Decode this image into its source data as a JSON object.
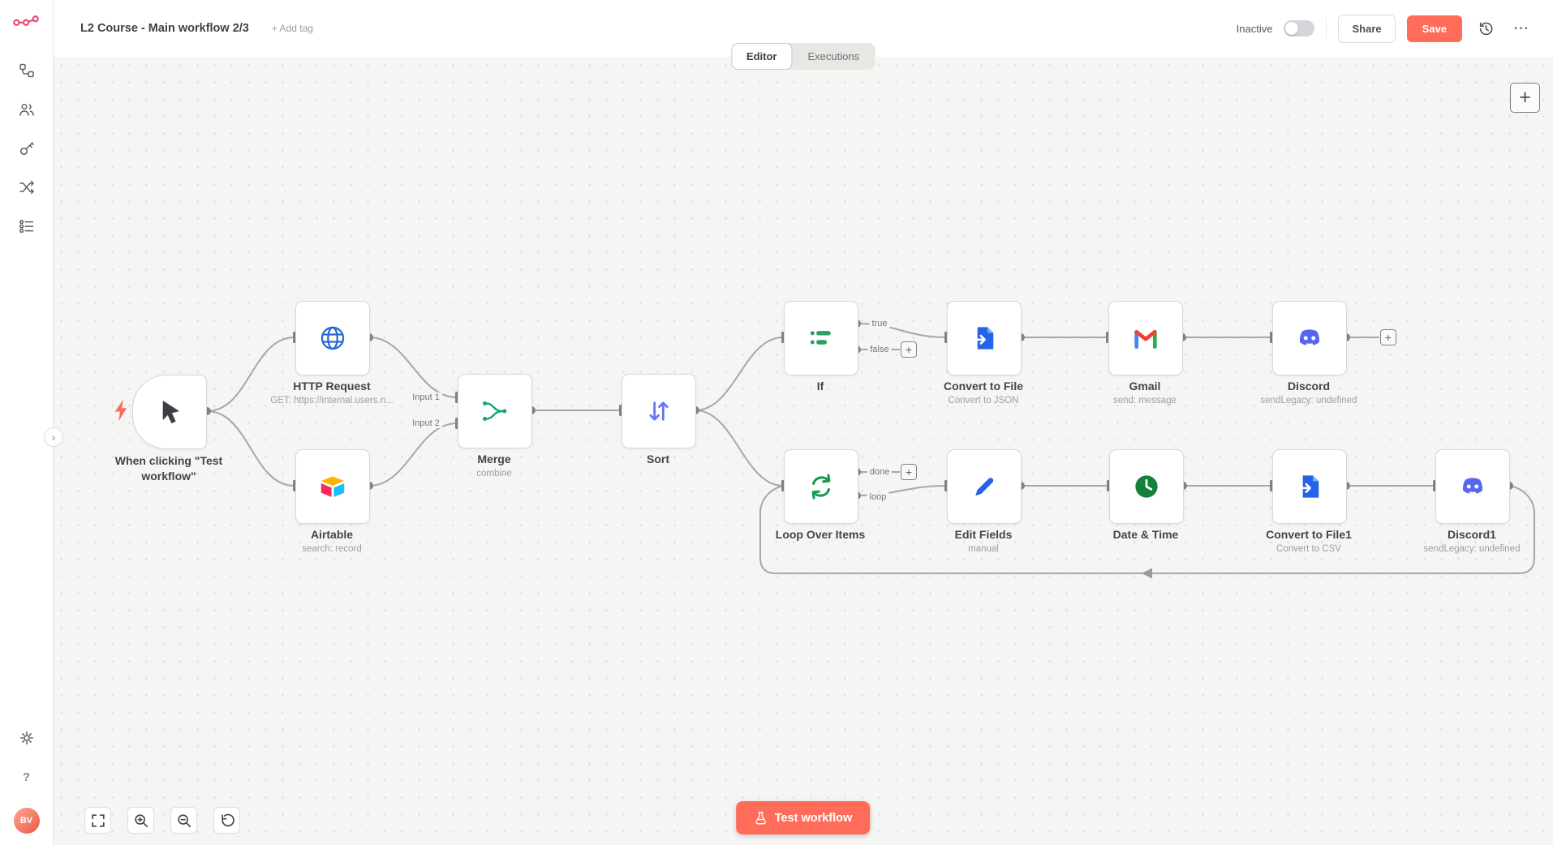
{
  "header": {
    "title": "L2 Course - Main workflow 2/3",
    "add_tag": "+ Add tag",
    "status": "Inactive",
    "share_label": "Share",
    "save_label": "Save"
  },
  "tabs": {
    "editor": "Editor",
    "executions": "Executions"
  },
  "sidebar": {
    "avatar_initials": "BV",
    "help": "?"
  },
  "glyphs": {
    "plus": "+",
    "dots": "⋯",
    "chevron": "›"
  },
  "canvas": {
    "test_button_label": "Test workflow",
    "labels": {
      "input1": "Input 1",
      "input2": "Input 2",
      "true": "true",
      "false": "false",
      "done": "done",
      "loop": "loop"
    },
    "nodes": [
      {
        "label": "When clicking \"Test workflow\"",
        "subtitle": "",
        "icon": "cursor-icon"
      },
      {
        "label": "HTTP Request",
        "subtitle": "GET: https://internal.users.n...",
        "icon": "globe-icon"
      },
      {
        "label": "Airtable",
        "subtitle": "search: record",
        "icon": "airtable-icon"
      },
      {
        "label": "Merge",
        "subtitle": "combine",
        "icon": "merge-icon"
      },
      {
        "label": "Sort",
        "subtitle": "",
        "icon": "sort-icon"
      },
      {
        "label": "If",
        "subtitle": "",
        "icon": "signpost-icon"
      },
      {
        "label": "Convert to File",
        "subtitle": "Convert to JSON",
        "icon": "file-export-icon"
      },
      {
        "label": "Gmail",
        "subtitle": "send: message",
        "icon": "gmail-icon"
      },
      {
        "label": "Discord",
        "subtitle": "sendLegacy: undefined",
        "icon": "discord-icon"
      },
      {
        "label": "Loop Over Items",
        "subtitle": "",
        "icon": "loop-icon"
      },
      {
        "label": "Edit Fields",
        "subtitle": "manual",
        "icon": "pencil-icon"
      },
      {
        "label": "Date & Time",
        "subtitle": "",
        "icon": "clock-icon"
      },
      {
        "label": "Convert to File1",
        "subtitle": "Convert to CSV",
        "icon": "file-export-icon"
      },
      {
        "label": "Discord1",
        "subtitle": "sendLegacy: undefined",
        "icon": "discord-icon"
      }
    ]
  },
  "colors": {
    "accent": "#ff6d5a",
    "brand": "#ea4b71",
    "canvas_bg": "#f5f5f3"
  }
}
